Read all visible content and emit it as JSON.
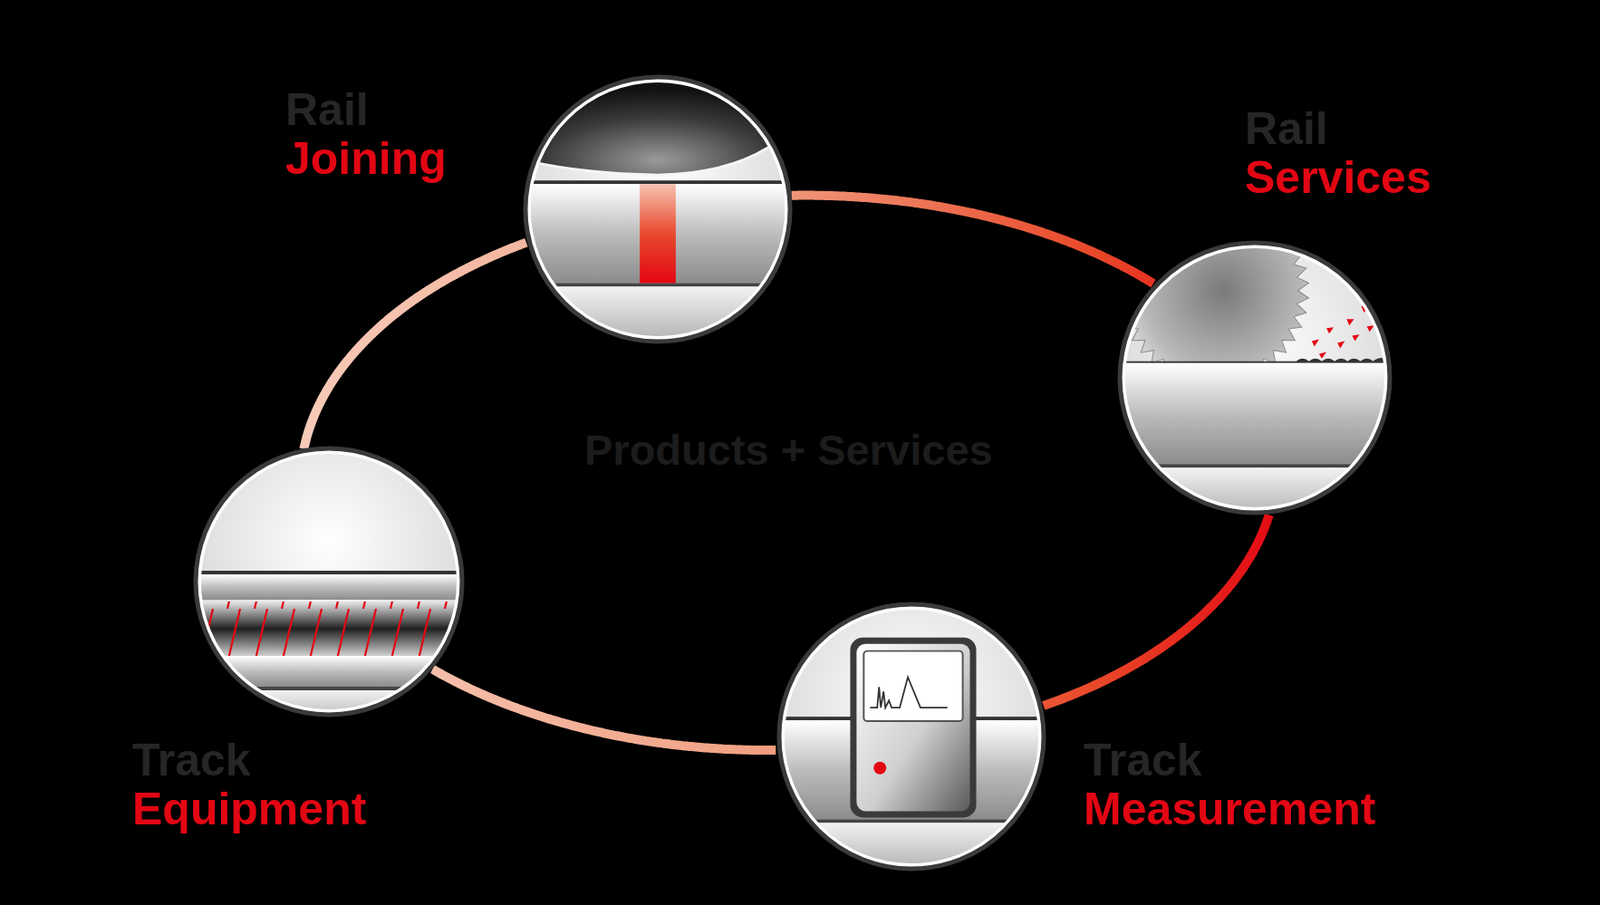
{
  "diagram": {
    "title": "Products + Services",
    "nodes": [
      {
        "text": [
          "Rail",
          "Joining"
        ]
      },
      {
        "text": [
          "Rail",
          "Services"
        ]
      },
      {
        "text": [
          "Track",
          "Measurement"
        ]
      },
      {
        "text": [
          "Track",
          "Equipment"
        ]
      }
    ],
    "edges": [
      {
        "from": 0,
        "to": 1,
        "arrow": "none"
      },
      {
        "from": 1,
        "to": 2,
        "arrow": "none"
      },
      {
        "from": 2,
        "to": 3,
        "arrow": "none"
      },
      {
        "from": 3,
        "to": 0,
        "arrow": "none"
      }
    ]
  }
}
